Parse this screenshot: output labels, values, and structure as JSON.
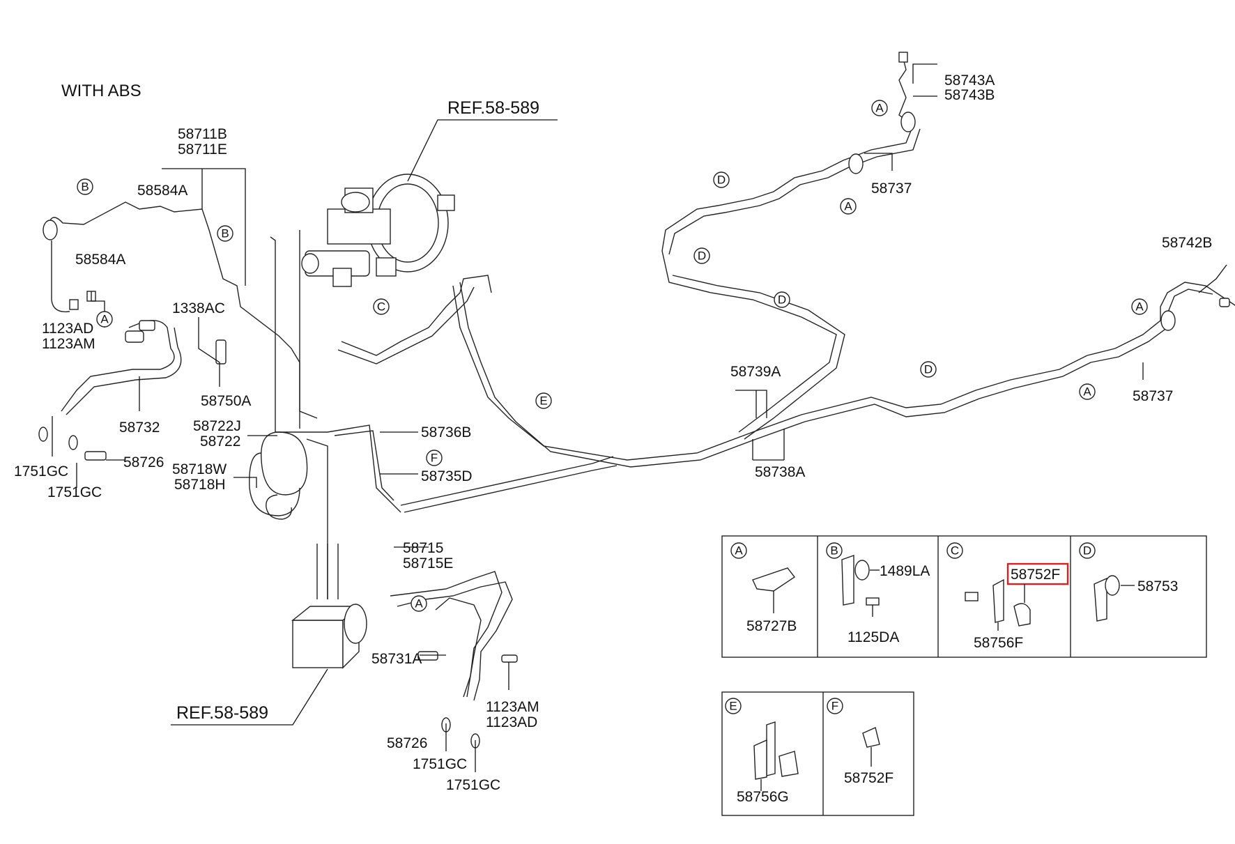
{
  "title": "WITH ABS",
  "refs": {
    "master_cylinder": "REF.58-589",
    "abs_unit": "REF.58-589"
  },
  "parts": {
    "p58711B": "58711B",
    "p58711E": "58711E",
    "p58584A_top": "58584A",
    "p58584A_left": "58584A",
    "p1123AD_left": "1123AD",
    "p1123AM_left": "1123AM",
    "p1338AC": "1338AC",
    "p58750A": "58750A",
    "p58732": "58732",
    "p1751GC_a": "1751GC",
    "p1751GC_b": "1751GC",
    "p58726_left": "58726",
    "p58722J": "58722J",
    "p58722": "58722",
    "p58718W": "58718W",
    "p58718H": "58718H",
    "p58736B": "58736B",
    "p58735D": "58735D",
    "p58715": "58715",
    "p58715E": "58715E",
    "p58731A": "58731A",
    "p58726_bottom": "58726",
    "p1751GC_c": "1751GC",
    "p1751GC_d": "1751GC",
    "p1123AM_bottom": "1123AM",
    "p1123AD_bottom": "1123AD",
    "p58743A": "58743A",
    "p58743B": "58743B",
    "p58737_top": "58737",
    "p58742B": "58742B",
    "p58737_right": "58737",
    "p58739A": "58739A",
    "p58738A": "58738A"
  },
  "markers": {
    "B": "B",
    "A": "A",
    "C": "C",
    "D": "D",
    "E": "E",
    "F": "F"
  },
  "detail_boxes": {
    "A": {
      "letter": "A",
      "part": "58727B"
    },
    "B": {
      "letter": "B",
      "part_top": "1489LA",
      "part_bottom": "1125DA"
    },
    "C": {
      "letter": "C",
      "part_highlighted": "58752F",
      "part_bottom": "58756F"
    },
    "D": {
      "letter": "D",
      "part": "58753"
    },
    "E": {
      "letter": "E",
      "part": "58756G"
    },
    "F": {
      "letter": "F",
      "part": "58752F"
    }
  },
  "highlight_color": "#d91f1f"
}
